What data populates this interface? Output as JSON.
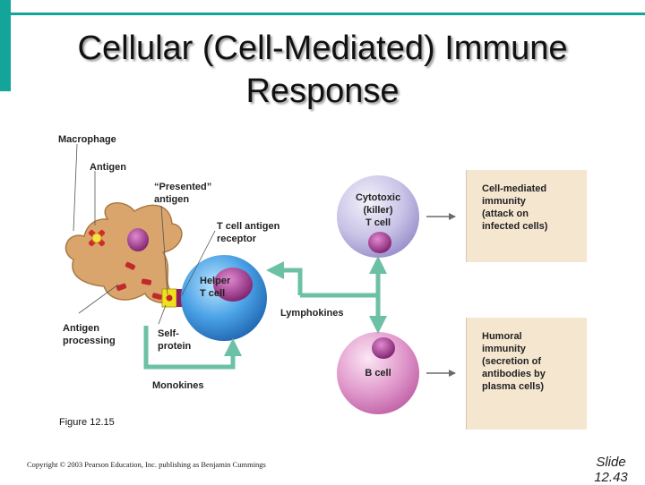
{
  "slide": {
    "title": "Cellular (Cell-Mediated) Immune Response",
    "figure_caption": "Figure 12.15",
    "copyright": "Copyright © 2003 Pearson Education, Inc. publishing as Benjamin Cummings",
    "slide_number": "Slide\n12.43"
  },
  "colors": {
    "accent": "#14a59a",
    "arrow_teal": "#6cc0a6",
    "macrophage": "#d9a56c",
    "helper_t": "#3a8fd6",
    "cytotoxic": "#c9c3e6",
    "b_cell": "#e199cc",
    "nucleus": "#a3358c",
    "result_box": "#f5e6cf"
  },
  "diagram": {
    "labels": {
      "macrophage": "Macrophage",
      "antigen": "Antigen",
      "presented_antigen": "“Presented”\nantigen",
      "t_cell_receptor": "T cell antigen\nreceptor",
      "helper_t_cell": "Helper\nT cell",
      "cytotoxic_t_cell": "Cytotoxic\n(killer)\nT cell",
      "b_cell": "B cell",
      "lymphokines": "Lymphokines",
      "antigen_processing": "Antigen\nprocessing",
      "self_protein": "Self-\nprotein",
      "monokines": "Monokines"
    },
    "results": {
      "cell_mediated": "Cell-mediated\nimmunity\n(attack on\ninfected cells)",
      "humoral": "Humoral\nimmunity\n(secretion of\nantibodies by\nplasma cells)"
    }
  }
}
